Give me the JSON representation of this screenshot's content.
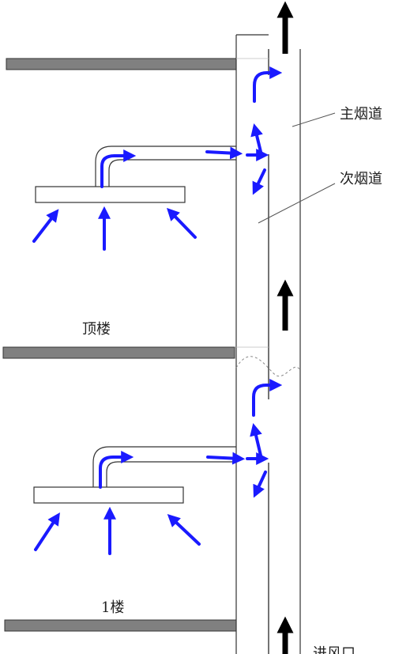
{
  "labels": {
    "main_flue": "主烟道",
    "secondary_flue": "次烟道",
    "top_floor": "顶楼",
    "first_floor": "1楼",
    "air_inlet": "进风口"
  },
  "colors": {
    "airflow_arrow": "#1a1aff",
    "draft_arrow": "#000000",
    "floor_slab": "#808080",
    "outline": "#333333"
  },
  "floors": [
    {
      "id": "top",
      "label_key": "top_floor"
    },
    {
      "id": "first",
      "label_key": "first_floor"
    }
  ]
}
